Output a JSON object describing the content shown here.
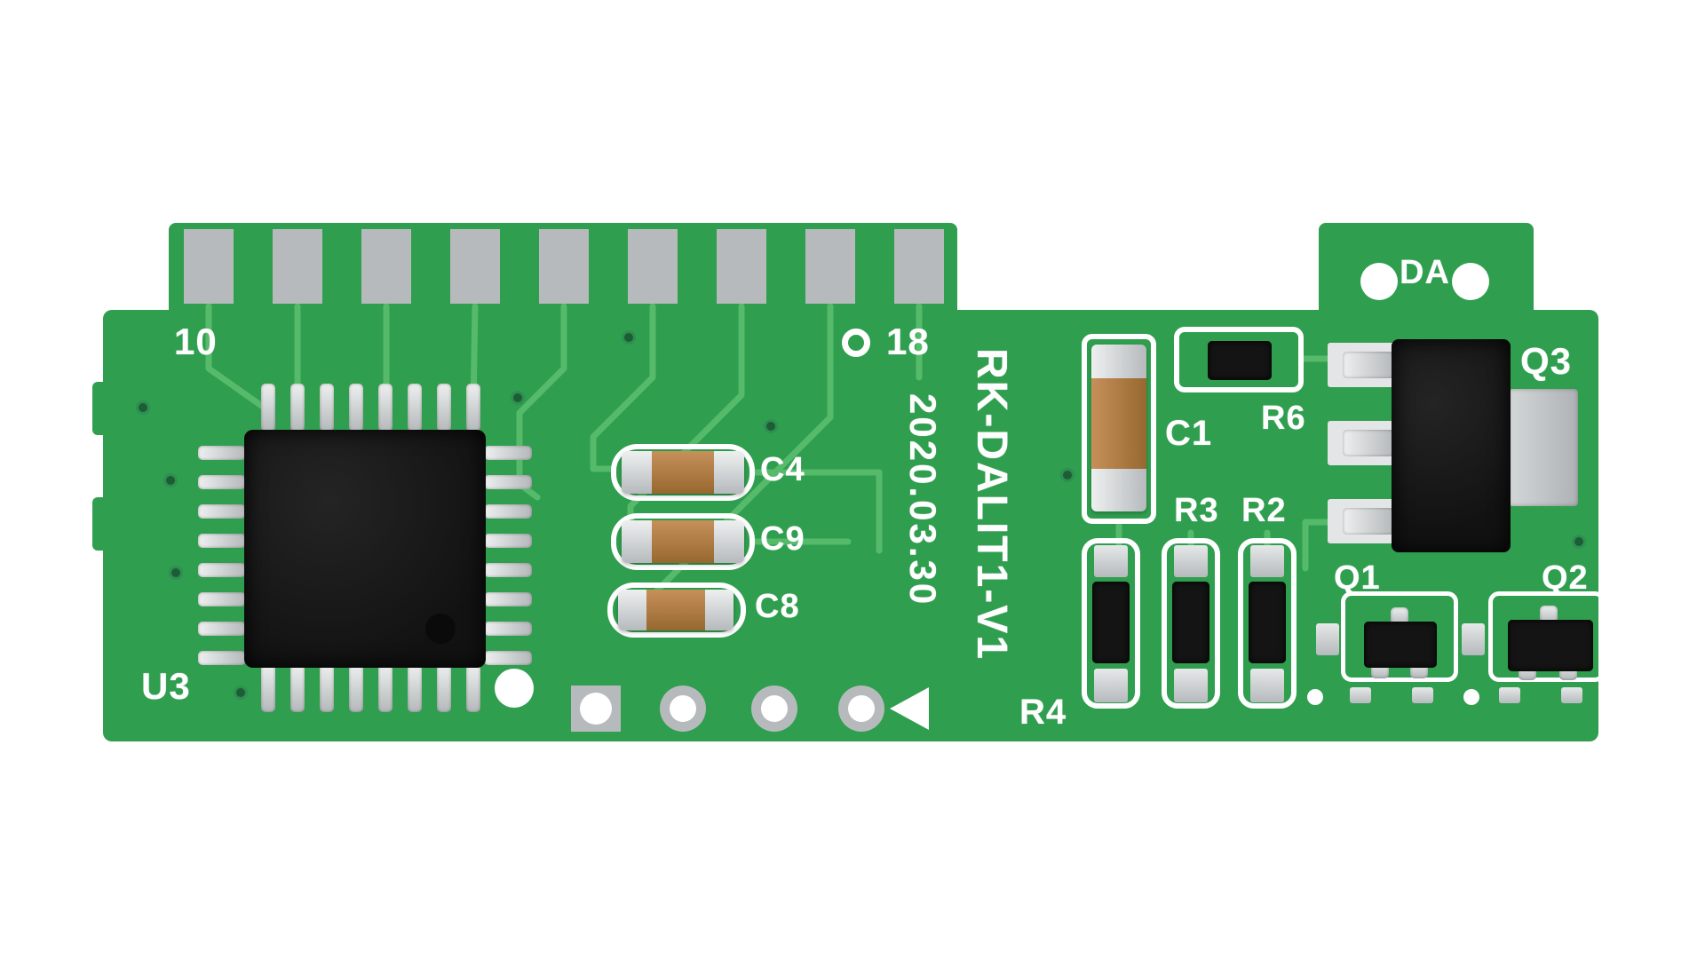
{
  "board": {
    "model": "RK-DALIT1-V1",
    "date": "2020.03.30",
    "labels": {
      "pin10": "10",
      "pin18": "18",
      "u3": "U3",
      "c4": "C4",
      "c9": "C9",
      "c8": "C8",
      "c1": "C1",
      "r6": "R6",
      "r3": "R3",
      "r2": "R2",
      "r4": "R4",
      "q1": "Q1",
      "q2": "Q2",
      "q3": "Q3",
      "da": "DA"
    }
  },
  "colors": {
    "background": "#ffffff",
    "board-green": "#2f9e4e",
    "trace-green": "#56ba6b",
    "pad-gray": "#b7babc",
    "silk-white": "#ffffff",
    "component-black": "#141414",
    "via-dark": "#1c5d34"
  },
  "icons": {
    "direction-marker": "triangle-left"
  }
}
